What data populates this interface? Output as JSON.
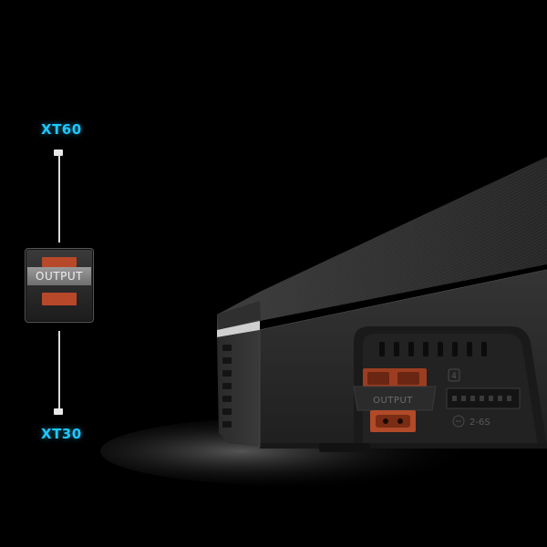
{
  "callout": {
    "top_label": "XT60",
    "bottom_label": "XT30",
    "badge_text": "OUTPUT"
  },
  "device": {
    "port_label": "OUTPUT",
    "balance_port_number": "4",
    "balance_cell_range": "2-6S"
  },
  "colors": {
    "accent": "#1ec8ff",
    "connector": "#b8482a",
    "body": "#2e2e2e"
  }
}
